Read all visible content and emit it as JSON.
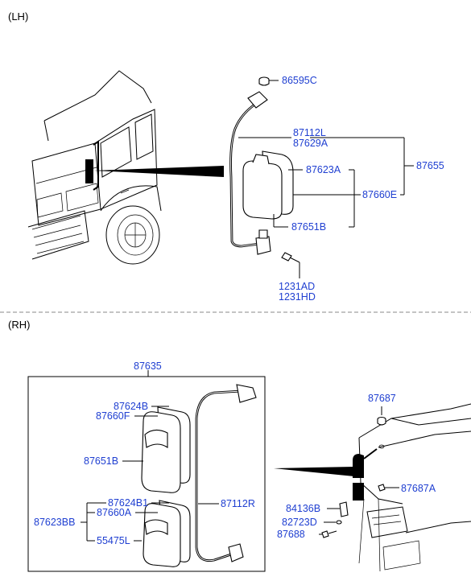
{
  "sections": {
    "lh": "(LH)",
    "rh": "(RH)"
  },
  "lh_parts": {
    "p86595C": "86595C",
    "p87112L": "87112L",
    "p87629A": "87629A",
    "p87655": "87655",
    "p87623A": "87623A",
    "p87660E": "87660E",
    "p87651B": "87651B",
    "p1231AD": "1231AD",
    "p1231HD": "1231HD"
  },
  "rh_parts": {
    "p87635": "87635",
    "p87624B": "87624B",
    "p87660F": "87660F",
    "p87651B": "87651B",
    "p87624B1": "87624B1",
    "p87660A": "87660A",
    "p87623BB": "87623BB",
    "p55475L": "55475L",
    "p87112R": "87112R",
    "p87687": "87687",
    "p87687A": "87687A",
    "p84136B": "84136B",
    "p82723D": "82723D",
    "p87688": "87688"
  },
  "colors": {
    "label": "#1f3fd1",
    "line": "#000000",
    "divider": "#888888"
  }
}
